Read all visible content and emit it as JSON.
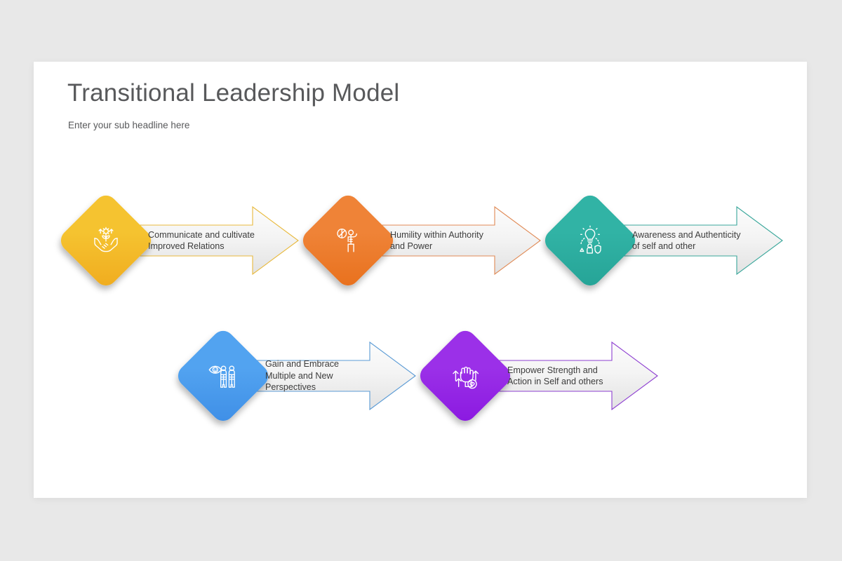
{
  "slide": {
    "title": "Transitional Leadership Model",
    "subtitle": "Enter your sub headline here",
    "background_color": "#e8e8e8",
    "card_color": "#ffffff",
    "title_color": "#58595b"
  },
  "flow": {
    "rows": [
      {
        "steps": [
          {
            "icon": "hands-nurturing-growth-icon",
            "color": "#f5c330",
            "color_dark": "#f0ab1e",
            "arrow_stroke": "#e8b93c",
            "label_line_1": "Communicate and cultivate",
            "label_line_2": "Improved Relations",
            "label_line_3": ""
          },
          {
            "icon": "person-authority-icon",
            "color": "#ef8337",
            "color_dark": "#e8701c",
            "arrow_stroke": "#e08a55",
            "label_line_1": "Humility within Authority",
            "label_line_2": "and Power",
            "label_line_3": ""
          },
          {
            "icon": "lightbulb-person-shield-icon",
            "color": "#31b3a5",
            "color_dark": "#25a396",
            "arrow_stroke": "#3aa79b",
            "label_line_1": "Awareness and Authenticity",
            "label_line_2": "of self and other",
            "label_line_3": ""
          }
        ]
      },
      {
        "steps": [
          {
            "icon": "eye-two-people-icon",
            "color": "#52a3f0",
            "color_dark": "#3e8ee6",
            "arrow_stroke": "#5b9bd5",
            "label_line_1": "Gain and Embrace",
            "label_line_2": "Multiple and New",
            "label_line_3": "Perspectives"
          },
          {
            "icon": "raised-fist-heart-icon",
            "color": "#9b30e8",
            "color_dark": "#8a18e0",
            "arrow_stroke": "#8e3fd1",
            "label_line_1": "Empower Strength and",
            "label_line_2": "Action in Self and others",
            "label_line_3": ""
          }
        ]
      }
    ]
  }
}
